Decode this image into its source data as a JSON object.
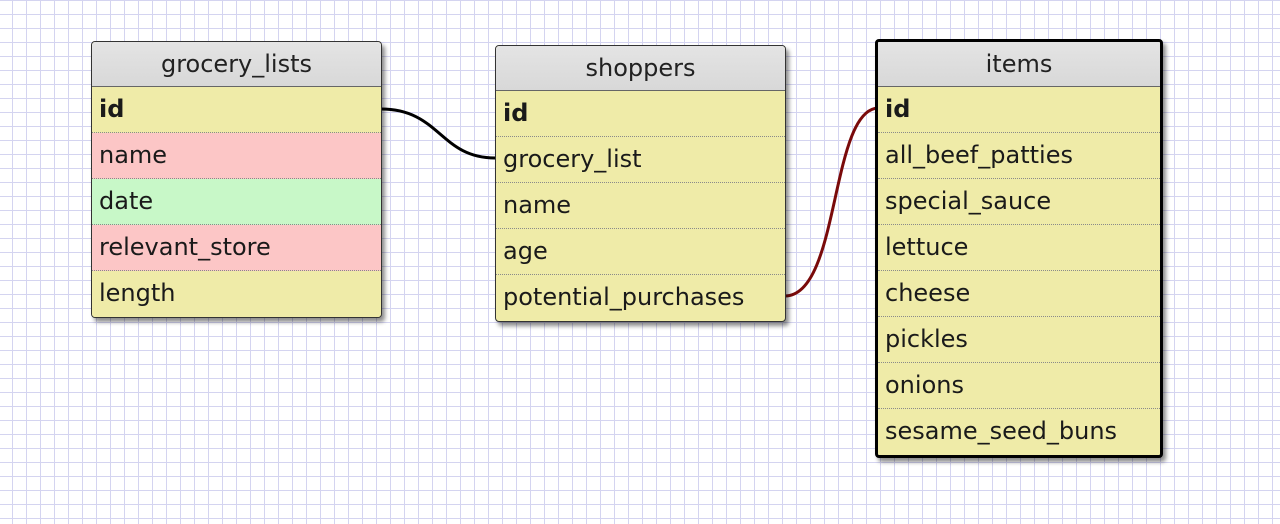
{
  "tables": {
    "grocery_lists": {
      "title": "grocery_lists",
      "rows": [
        {
          "label": "id",
          "color": "#efeba8",
          "primary": true
        },
        {
          "label": "name",
          "color": "#fcc6c6"
        },
        {
          "label": "date",
          "color": "#c8f8c8"
        },
        {
          "label": "relevant_store",
          "color": "#fcc6c6"
        },
        {
          "label": "length",
          "color": "#efeba8"
        }
      ]
    },
    "shoppers": {
      "title": "shoppers",
      "rows": [
        {
          "label": "id",
          "primary": true
        },
        {
          "label": "grocery_list"
        },
        {
          "label": "name"
        },
        {
          "label": "age"
        },
        {
          "label": "potential_purchases"
        }
      ]
    },
    "items": {
      "title": "items",
      "selected": true,
      "rows": [
        {
          "label": "id",
          "primary": true
        },
        {
          "label": "all_beef_patties"
        },
        {
          "label": "special_sauce"
        },
        {
          "label": "lettuce"
        },
        {
          "label": "cheese"
        },
        {
          "label": "pickles"
        },
        {
          "label": "onions"
        },
        {
          "label": "sesame_seed_buns"
        }
      ]
    }
  },
  "relations": [
    {
      "from": "grocery_lists.id",
      "to": "shoppers.grocery_list",
      "color": "#000000"
    },
    {
      "from": "shoppers.potential_purchases",
      "to": "items.id",
      "color": "#7a0a0a"
    }
  ],
  "colors": {
    "row_default": "#efeba8",
    "row_red": "#fcc6c6",
    "row_green": "#c8f8c8",
    "header": "#dcdcdc",
    "grid": "#d4d4f0"
  }
}
